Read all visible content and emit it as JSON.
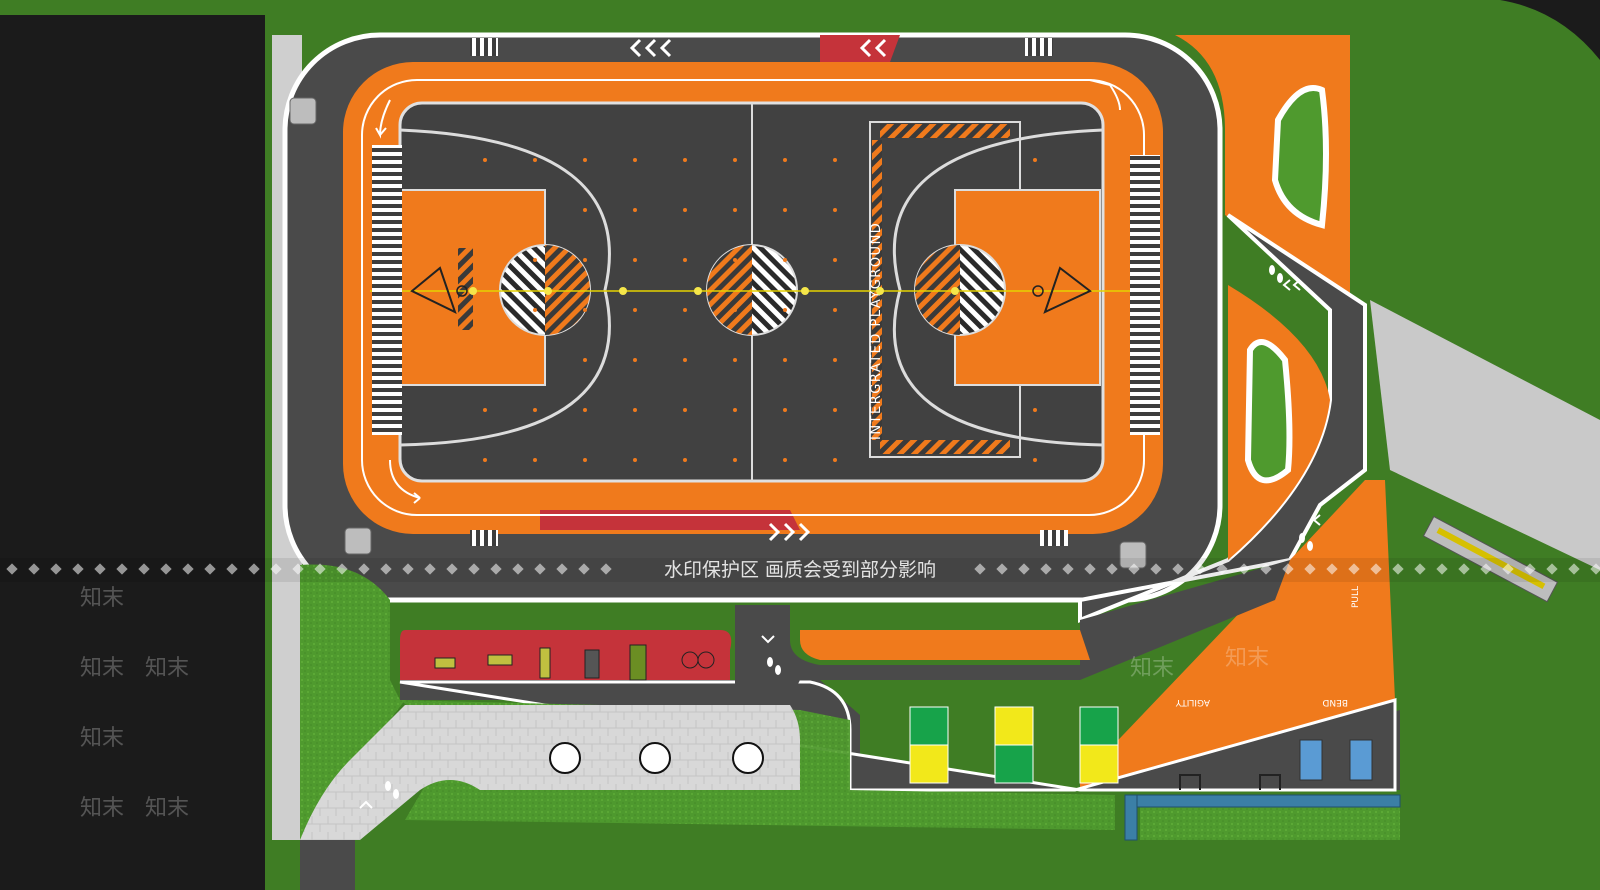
{
  "court_label": "INTERGRATED PLAYGROUND",
  "station_labels": [
    "AGILITY",
    "BEND",
    "PULL"
  ],
  "watermark": {
    "banner": "水印保护区  画质会受到部分影响",
    "brand": "知末"
  },
  "colors": {
    "grass": "#3f7d24",
    "grass_light": "#5aa336",
    "asphalt": "#4a4a4a",
    "track_orange": "#f07a1c",
    "court_dark": "#414141",
    "red_zone": "#c5333a",
    "paving": "#d6d6d6",
    "dark_lot": "#1b1b1b",
    "pad_green": "#17a34a",
    "pad_yellow": "#f2e81a",
    "water": "#3b7fa6"
  },
  "icons": [
    "basketball-hoop-icon",
    "fitness-equipment-icon",
    "picnic-table-icon",
    "direction-arrow-icon",
    "footprints-icon",
    "chevron-icon"
  ]
}
